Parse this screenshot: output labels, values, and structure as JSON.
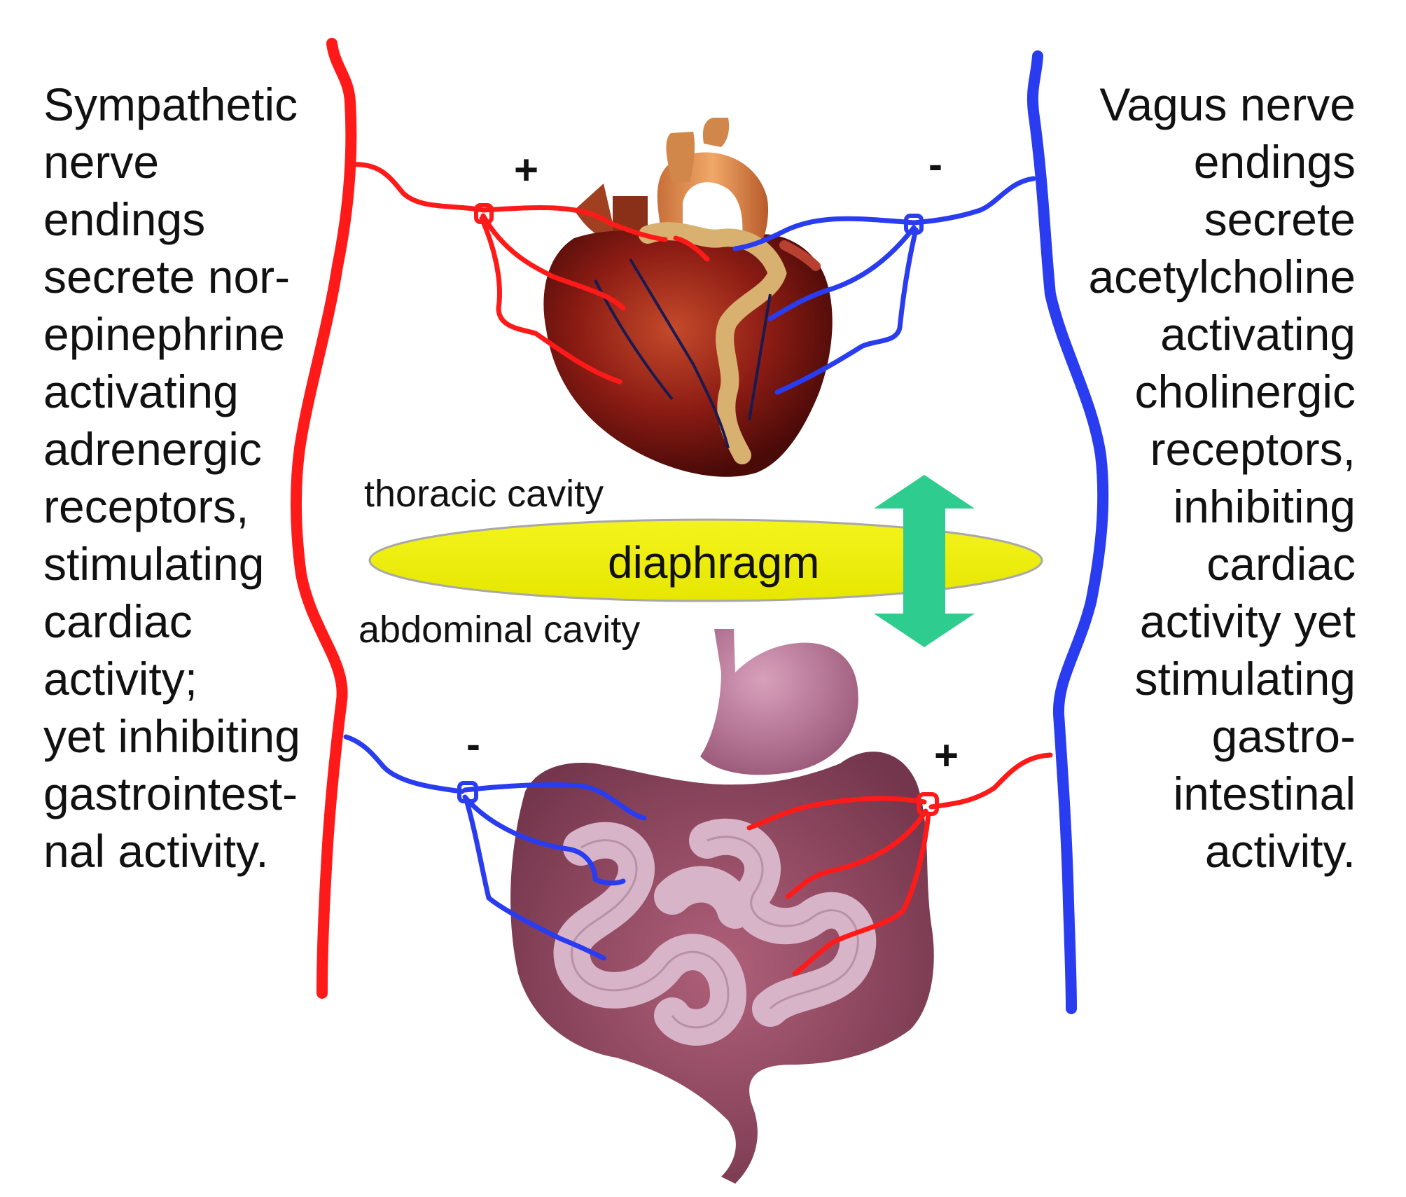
{
  "left_text": {
    "lines": [
      "Sympathetic",
      "nerve",
      "endings",
      "secrete nor-",
      "epinephrine",
      "activating",
      "adrenergic",
      "receptors,",
      "stimulating",
      "cardiac",
      "activity;",
      "yet inhibiting",
      "gastrointest-",
      "nal activity."
    ]
  },
  "right_text": {
    "lines": [
      "Vagus nerve",
      "endings",
      "secrete",
      "acetylcholine",
      "activating",
      "cholinergic",
      "receptors,",
      "inhibiting",
      "cardiac",
      "activity yet",
      "stimulating",
      "gastro-",
      "intestinal",
      "activity."
    ]
  },
  "labels": {
    "thoracic": "thoracic cavity",
    "abdominal": "abdominal cavity",
    "diaphragm": "diaphragm",
    "heart_sympathetic_sign": "+",
    "heart_vagus_sign": "-",
    "gut_sympathetic_sign": "-",
    "gut_vagus_sign": "+"
  },
  "colors": {
    "sympathetic": "#ff1a1a",
    "vagus": "#2a3cf0",
    "diaphragm_fill": "#f0f000",
    "arrow": "#2ecc8e"
  }
}
